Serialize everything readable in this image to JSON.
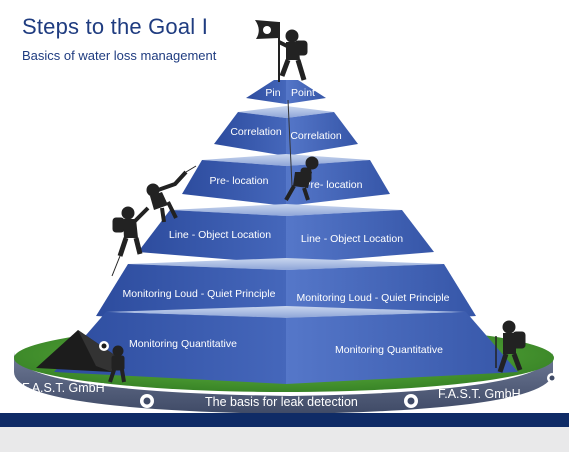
{
  "header": {
    "title": "Steps to the Goal I",
    "subtitle": "Basics of water loss management"
  },
  "pyramid": {
    "levels": [
      {
        "left": "Pin",
        "right": "Point"
      },
      {
        "left": "Correlation",
        "right": "Correlation"
      },
      {
        "left": "Pre- location",
        "right": "Pre- location"
      },
      {
        "left": "Line - Object Location",
        "right": "Line - Object Location"
      },
      {
        "left": "Monitoring Loud - Quiet Principle",
        "right": "Monitoring Loud - Quiet Principle"
      },
      {
        "left": "Monitoring Quantitative",
        "right": "Monitoring Quantitative"
      }
    ]
  },
  "base": {
    "company_left": "F.A.S.T. GmbH",
    "caption": "The basis for leak detection",
    "company_right": "F.A.S.T. GmbH"
  },
  "colors": {
    "title": "#1f3c80",
    "pyramid_dark": "#2b4a9a",
    "pyramid_light": "#4d6fc4",
    "grass": "#4a9a35",
    "base_band": "#4e5a78",
    "footer_bar": "#0f2b66"
  },
  "icons": [
    "flag-icon",
    "climber-icon",
    "hiker-icon",
    "tent-icon",
    "company-logo-icon"
  ]
}
